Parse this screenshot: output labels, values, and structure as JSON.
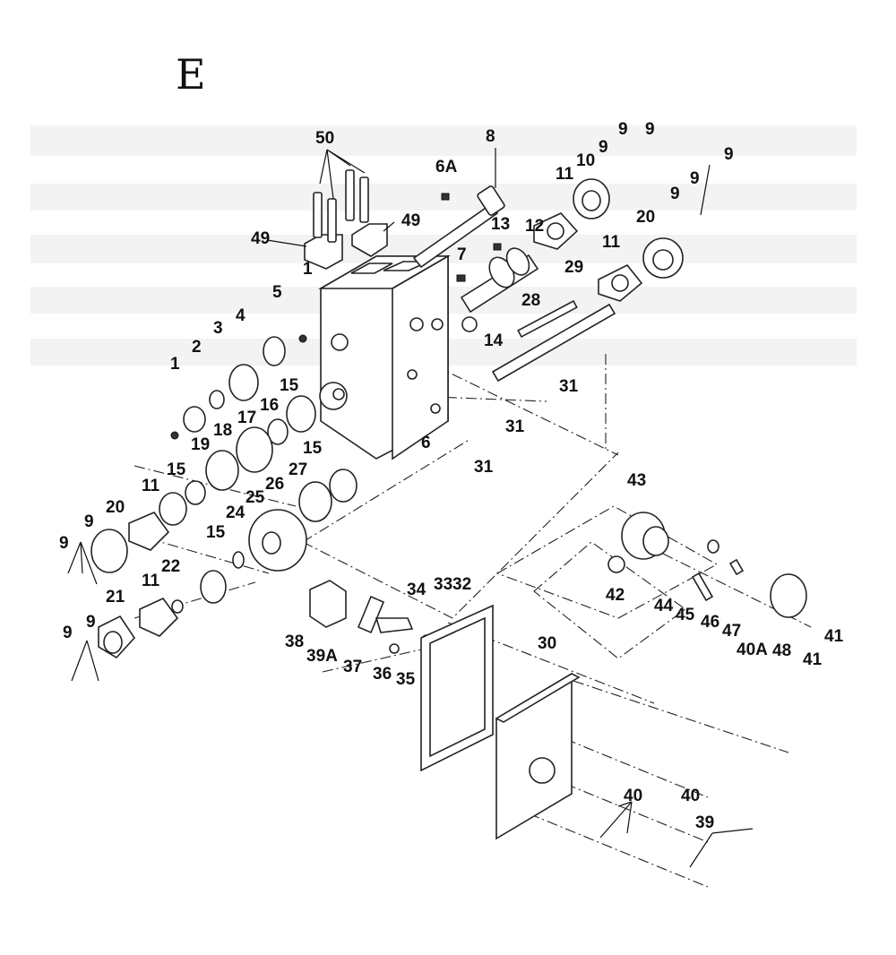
{
  "section_letter": "E",
  "labels": [
    "1",
    "1",
    "2",
    "3",
    "4",
    "5",
    "6",
    "6A",
    "7",
    "8",
    "9",
    "10",
    "11",
    "12",
    "13",
    "14",
    "15",
    "16",
    "17",
    "18",
    "19",
    "20",
    "21",
    "22",
    "24",
    "25",
    "26",
    "27",
    "28",
    "29",
    "30",
    "31",
    "32",
    "33",
    "34",
    "35",
    "36",
    "37",
    "38",
    "39",
    "39A",
    "40",
    "40A",
    "41",
    "42",
    "43",
    "44",
    "45",
    "46",
    "47",
    "48",
    "49",
    "50"
  ]
}
